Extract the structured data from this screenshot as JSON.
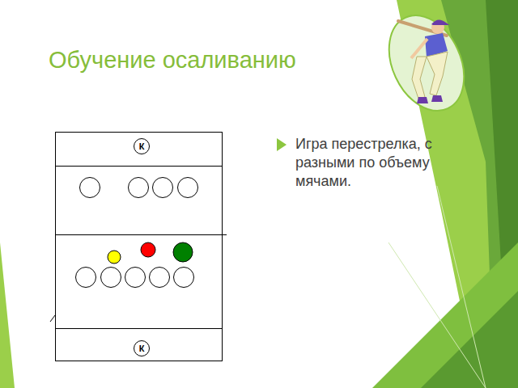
{
  "diagram": {
    "title": "Обучение осаливанию",
    "nodes": [
      {
        "text": [
          "К"
        ]
      },
      {
        "text": [
          "К"
        ]
      }
    ],
    "labels": [
      "Игра перестрелка, с разными по объему мячами."
    ]
  }
}
